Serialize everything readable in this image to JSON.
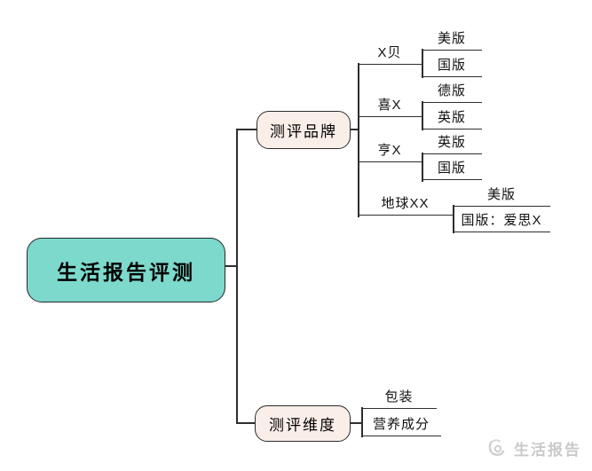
{
  "root": {
    "label": "生活报告评测"
  },
  "branches": [
    {
      "label": "测评品牌",
      "children": [
        {
          "label": "X贝",
          "children": [
            {
              "label": "美版"
            },
            {
              "label": "国版"
            }
          ]
        },
        {
          "label": "喜X",
          "children": [
            {
              "label": "德版"
            },
            {
              "label": "英版"
            }
          ]
        },
        {
          "label": "亨X",
          "children": [
            {
              "label": "英版"
            },
            {
              "label": "国版"
            }
          ]
        },
        {
          "label": "地球XX",
          "children": [
            {
              "label": "美版"
            },
            {
              "label": "国版：爱思X"
            }
          ]
        }
      ]
    },
    {
      "label": "测评维度",
      "children": [
        {
          "label": "包装"
        },
        {
          "label": "营养成分"
        }
      ]
    }
  ],
  "watermark": {
    "label": "生活报告"
  },
  "colors": {
    "root_fill": "#7cd9cc",
    "branch_fill": "#faeee9",
    "line": "#2e2e2e",
    "watermark_text": "#c9c9c9",
    "background": "#ffffff"
  }
}
